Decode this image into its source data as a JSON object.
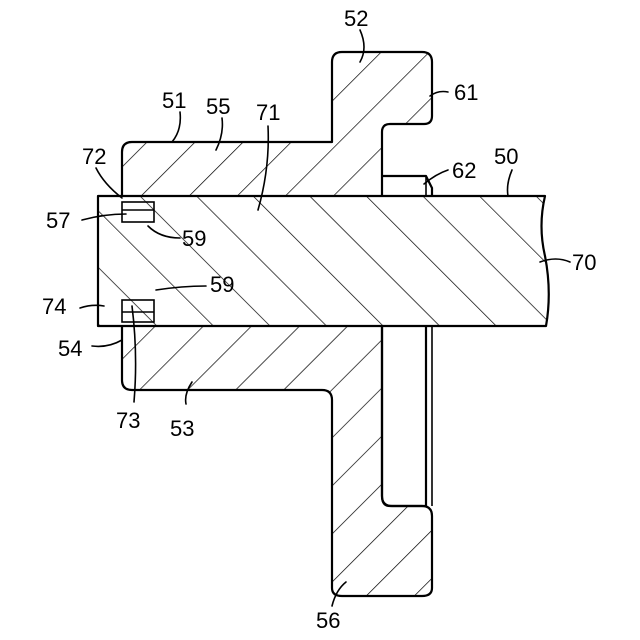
{
  "diagram": {
    "reference_numerals": [
      {
        "id": "n50",
        "text": "50"
      },
      {
        "id": "n51",
        "text": "51"
      },
      {
        "id": "n52",
        "text": "52"
      },
      {
        "id": "n53",
        "text": "53"
      },
      {
        "id": "n54",
        "text": "54"
      },
      {
        "id": "n55",
        "text": "55"
      },
      {
        "id": "n56",
        "text": "56"
      },
      {
        "id": "n57",
        "text": "57"
      },
      {
        "id": "n59a",
        "text": "59"
      },
      {
        "id": "n59b",
        "text": "59"
      },
      {
        "id": "n61",
        "text": "61"
      },
      {
        "id": "n62",
        "text": "62"
      },
      {
        "id": "n70",
        "text": "70"
      },
      {
        "id": "n71",
        "text": "71"
      },
      {
        "id": "n72",
        "text": "72"
      },
      {
        "id": "n73",
        "text": "73"
      },
      {
        "id": "n74",
        "text": "74"
      }
    ]
  }
}
